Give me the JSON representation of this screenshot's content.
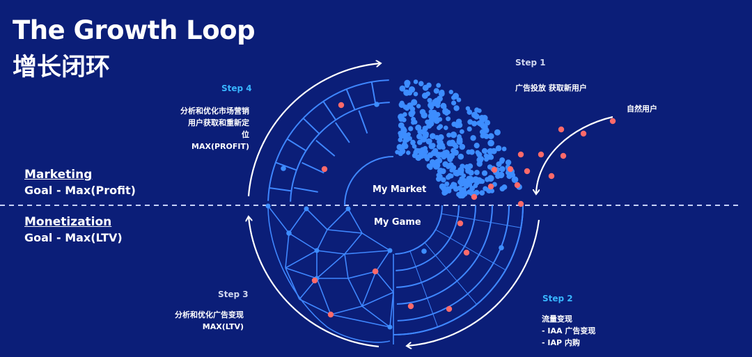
{
  "title": {
    "en": "The Growth Loop",
    "zh": "增长闭环"
  },
  "marketing": {
    "heading": "Marketing",
    "goal": "Goal - Max(Profit)"
  },
  "monetization": {
    "heading": "Monetization",
    "goal": "Goal - Max(LTV)"
  },
  "center": {
    "market": "My Market",
    "game": "My Game"
  },
  "step1": {
    "label": "Step 1",
    "desc": "广告投放 获取新用户"
  },
  "organic": {
    "label": "自然用户"
  },
  "step2": {
    "label": "Step 2",
    "lines": [
      "流量变现",
      "- IAA 广告变现",
      "- IAP 内购"
    ]
  },
  "step3": {
    "label": "Step 3",
    "lines": [
      "分析和优化广告变现",
      "MAX(LTV)"
    ]
  },
  "step4": {
    "label": "Step 4",
    "lines": [
      "分析和优化市场营销",
      "用户获取和重新定",
      "位",
      "MAX(PROFIT)"
    ]
  },
  "colors": {
    "background": "#0b1e78",
    "accent": "#38b6ff",
    "dot_blue": "#3d8dff",
    "dot_red": "#ff6a6a"
  }
}
